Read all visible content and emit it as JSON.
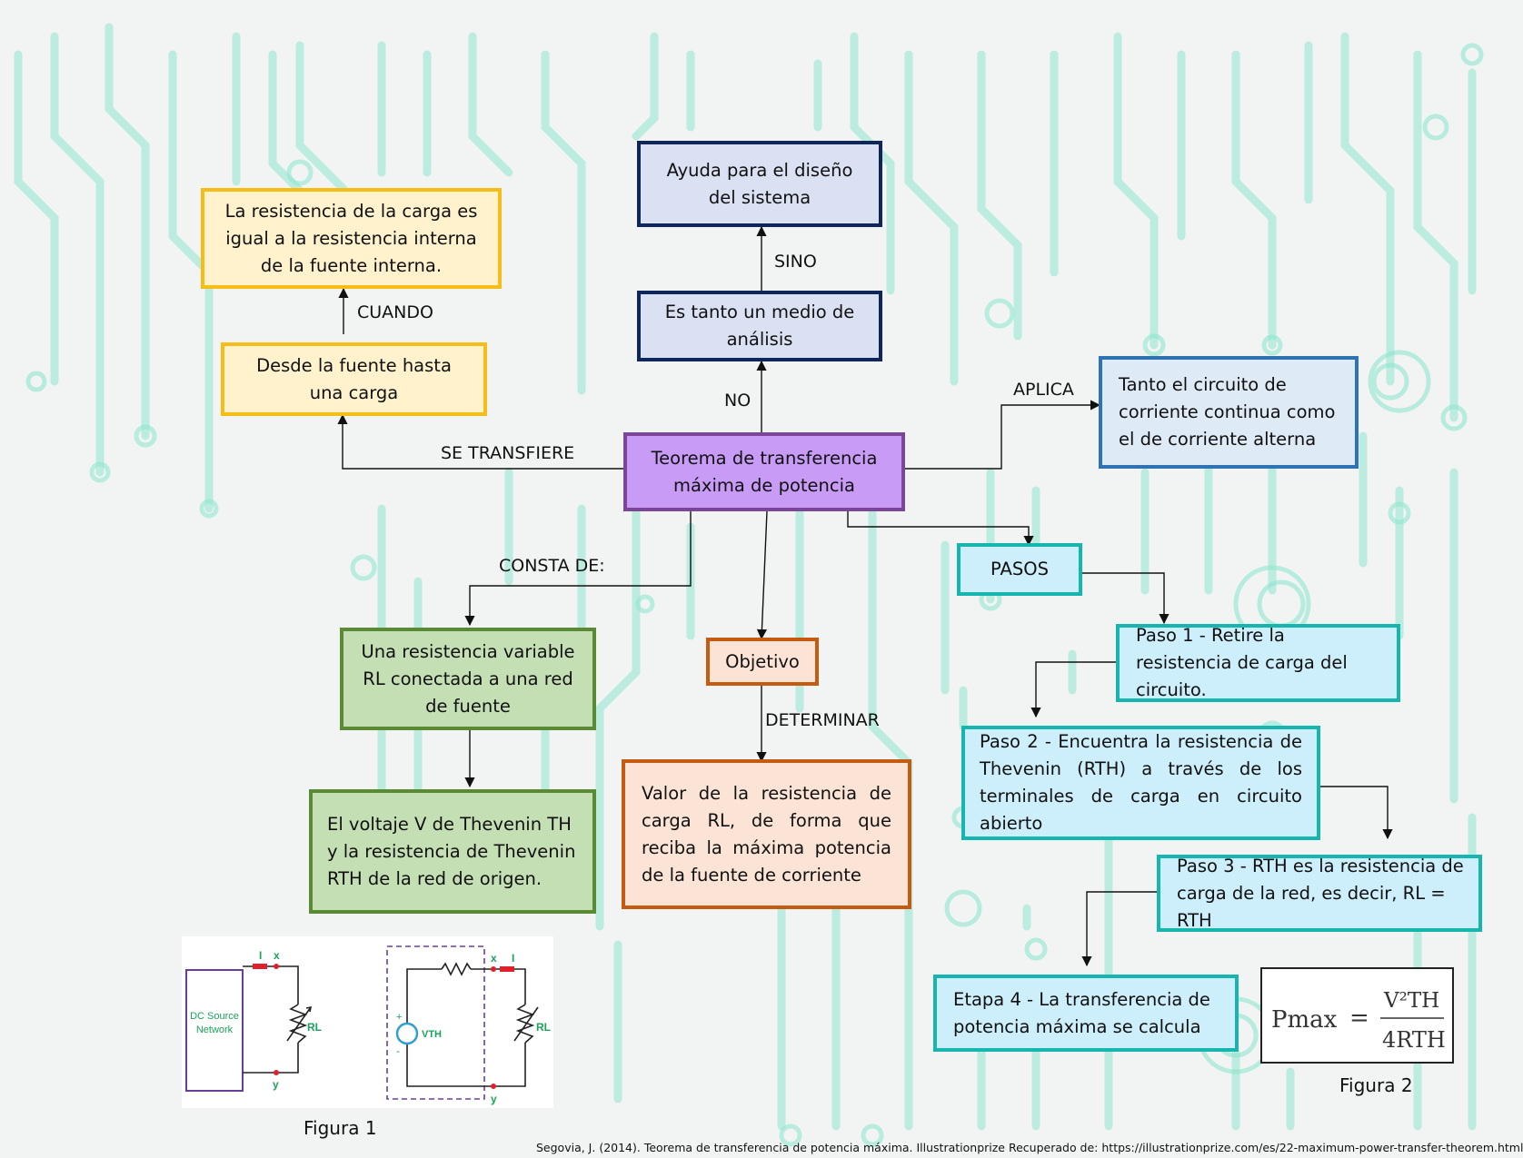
{
  "colors": {
    "yellow_border": "#f5bd16",
    "yellow_fill": "#fff2cc",
    "navy_border": "#0e2659",
    "navy_fill": "#dae1f3",
    "purple_border": "#7b4598",
    "purple_fill": "#c89cf6",
    "blue_border": "#2e74b5",
    "blue_fill": "#dfeaf7",
    "teal_border": "#16b5b0",
    "teal_fill": "#cdeefb",
    "green_border": "#5b8a35",
    "green_fill": "#c5dfb4",
    "orange_border": "#c55a11",
    "orange_fill": "#fbe4d5",
    "circuit_bg": "#7fe3c9"
  },
  "nodes": {
    "central": "Teorema de transferencia máxima de potencia",
    "desde": "Desde la fuente hasta una carga",
    "resistencia_carga": "La resistencia de la carga es igual a la resistencia interna de la fuente interna.",
    "medio": "Es tanto un medio de análisis",
    "ayuda": "Ayuda para el diseño del sistema",
    "tanto": "Tanto el circuito de corriente continua como el de corriente alterna",
    "pasos": "PASOS",
    "paso1": "Paso 1 - Retire la resistencia de carga del circuito.",
    "paso2": "Paso 2 - Encuentra la resistencia de Thevenin (RTH) a través de los terminales de carga en circuito abierto",
    "paso3": "Paso 3 -  RTH es la resistencia de carga de la red, es decir, RL = RTH",
    "etapa4": "Etapa 4 - La transferencia de potencia máxima se calcula",
    "resistencia_variable": "Una resistencia variable RL conectada a una red de fuente",
    "voltaje": "El voltaje V de Thevenin TH y la resistencia de Thevenin RTH de la red de origen.",
    "objetivo": "Objetivo",
    "valor": "Valor de la resistencia de carga RL, de forma que reciba la máxima potencia de la fuente de corriente"
  },
  "labels": {
    "cuando": "CUANDO",
    "sino": "SINO",
    "no": "NO",
    "aplica": "APLICA",
    "se_transfiere": "SE TRANSFIERE",
    "consta_de": "CONSTA DE:",
    "determinar": "DETERMINAR"
  },
  "figure1": {
    "caption": "Figura 1",
    "dc_source_line1": "DC Source",
    "dc_source_line2": "Network",
    "current": "I",
    "node_x": "x",
    "node_y": "y",
    "load": "RL",
    "source": "VTH",
    "plus": "+",
    "minus": "-"
  },
  "figure2": {
    "caption": "Figura 2",
    "lhs": "Pmax",
    "eq": "=",
    "numerator": "V²TH",
    "denominator": "4RTH"
  },
  "citation": "Segovia, J. (2014). Teorema de transferencia de potencia máxima. Illustrationprize Recuperado de: https://illustrationprize.com/es/22-maximum-power-transfer-theorem.html"
}
